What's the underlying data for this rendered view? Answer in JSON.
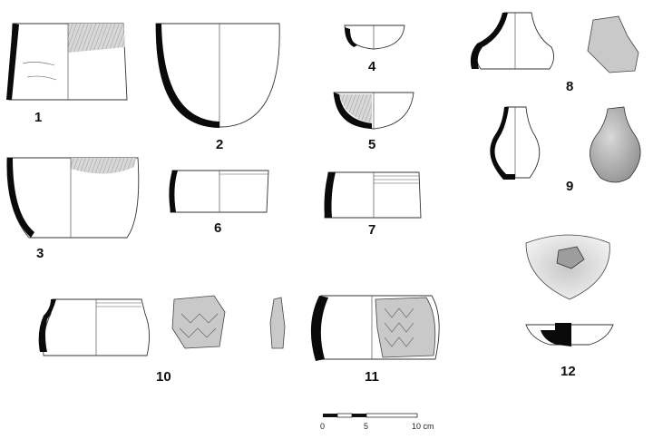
{
  "figure": {
    "labels": [
      "1",
      "2",
      "3",
      "4",
      "5",
      "6",
      "7",
      "8",
      "9",
      "10",
      "11",
      "12"
    ],
    "scale_bar": {
      "ticks": [
        "0",
        "5",
        "10 cm"
      ]
    }
  }
}
